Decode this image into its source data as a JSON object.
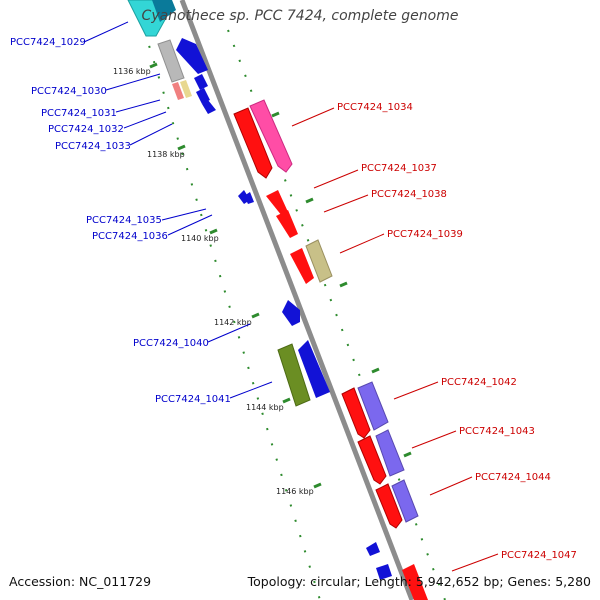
{
  "title": "Cyanothece sp. PCC 7424, complete genome",
  "footer": {
    "accession": "Accession: NC_011729",
    "summary": "Topology: circular; Length: 5,942,652 bp; Genes: 5,280"
  },
  "colors": {
    "backbone": "#8c8c8c",
    "tick_dot": "#2e8b2e",
    "left_label": "#0000cc",
    "right_label": "#cc0000"
  },
  "ticks": [
    "1136 kbp",
    "1138 kbp",
    "1140 kbp",
    "1142 kbp",
    "1144 kbp",
    "1146 kbp"
  ],
  "genes_left": [
    "PCC7424_1029",
    "PCC7424_1030",
    "PCC7424_1031",
    "PCC7424_1032",
    "PCC7424_1033",
    "PCC7424_1035",
    "PCC7424_1036",
    "PCC7424_1040",
    "PCC7424_1041"
  ],
  "genes_right": [
    "PCC7424_1034",
    "PCC7424_1037",
    "PCC7424_1038",
    "PCC7424_1039",
    "PCC7424_1042",
    "PCC7424_1043",
    "PCC7424_1044",
    "PCC7424_1047"
  ]
}
